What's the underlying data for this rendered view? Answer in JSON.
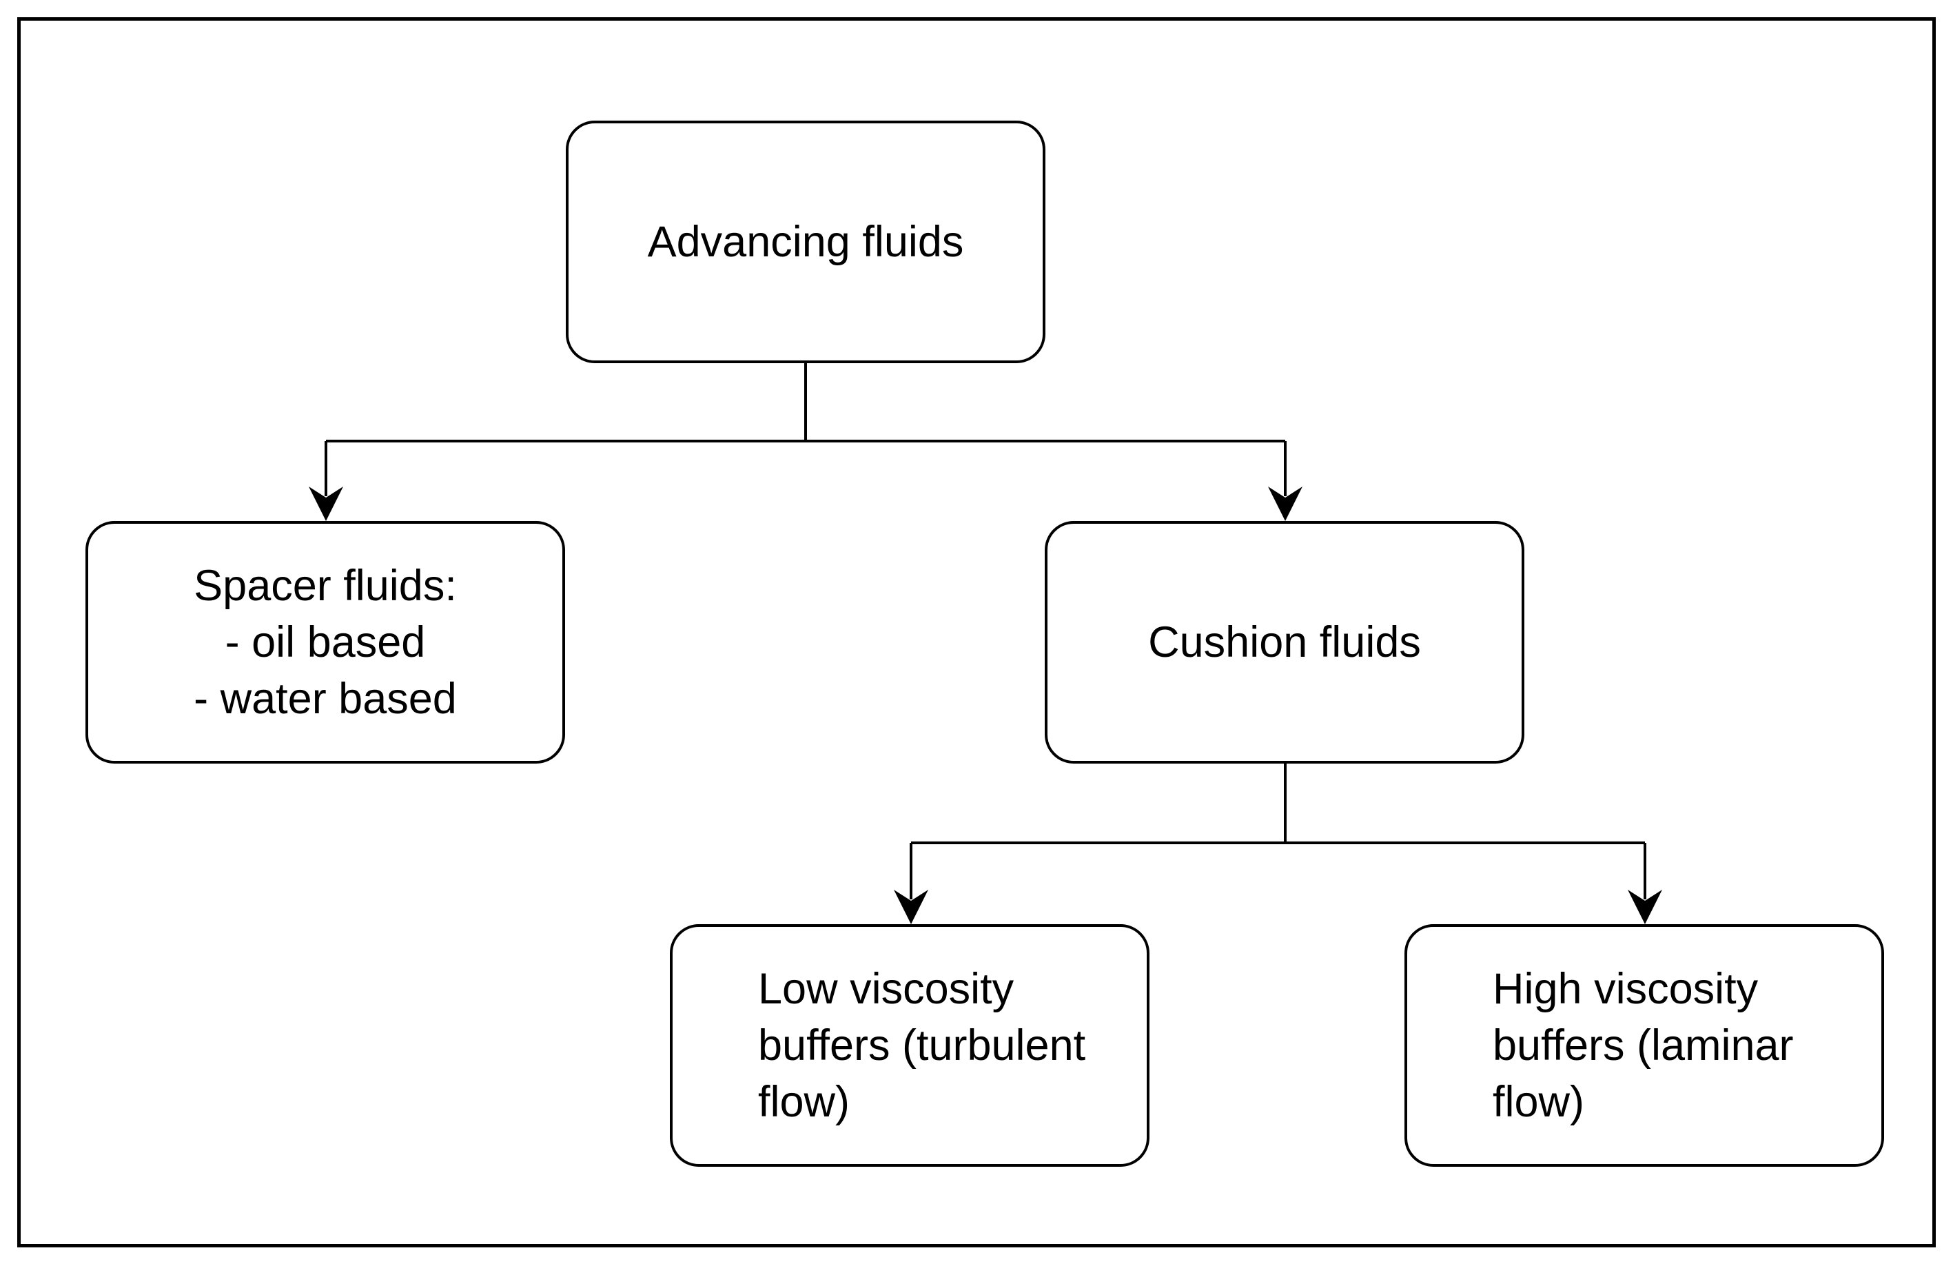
{
  "diagram": {
    "nodes": {
      "advancing": {
        "label": "Advancing fluids"
      },
      "spacer": {
        "label": "Spacer fluids:\n- oil based\n- water based"
      },
      "cushion": {
        "label": "Cushion fluids"
      },
      "low_viscosity": {
        "label": "Low viscosity\nbuffers (turbulent\nflow)"
      },
      "high_viscosity": {
        "label": "High viscosity\nbuffers (laminar\nflow)"
      }
    },
    "edges": [
      {
        "from": "Advancing fluids",
        "to": "Spacer fluids"
      },
      {
        "from": "Advancing fluids",
        "to": "Cushion fluids"
      },
      {
        "from": "Cushion fluids",
        "to": "Low viscosity buffers"
      },
      {
        "from": "Cushion fluids",
        "to": "High viscosity buffers"
      }
    ],
    "colors": {
      "stroke": "#000000",
      "fill": "#ffffff",
      "text": "#000000"
    }
  }
}
